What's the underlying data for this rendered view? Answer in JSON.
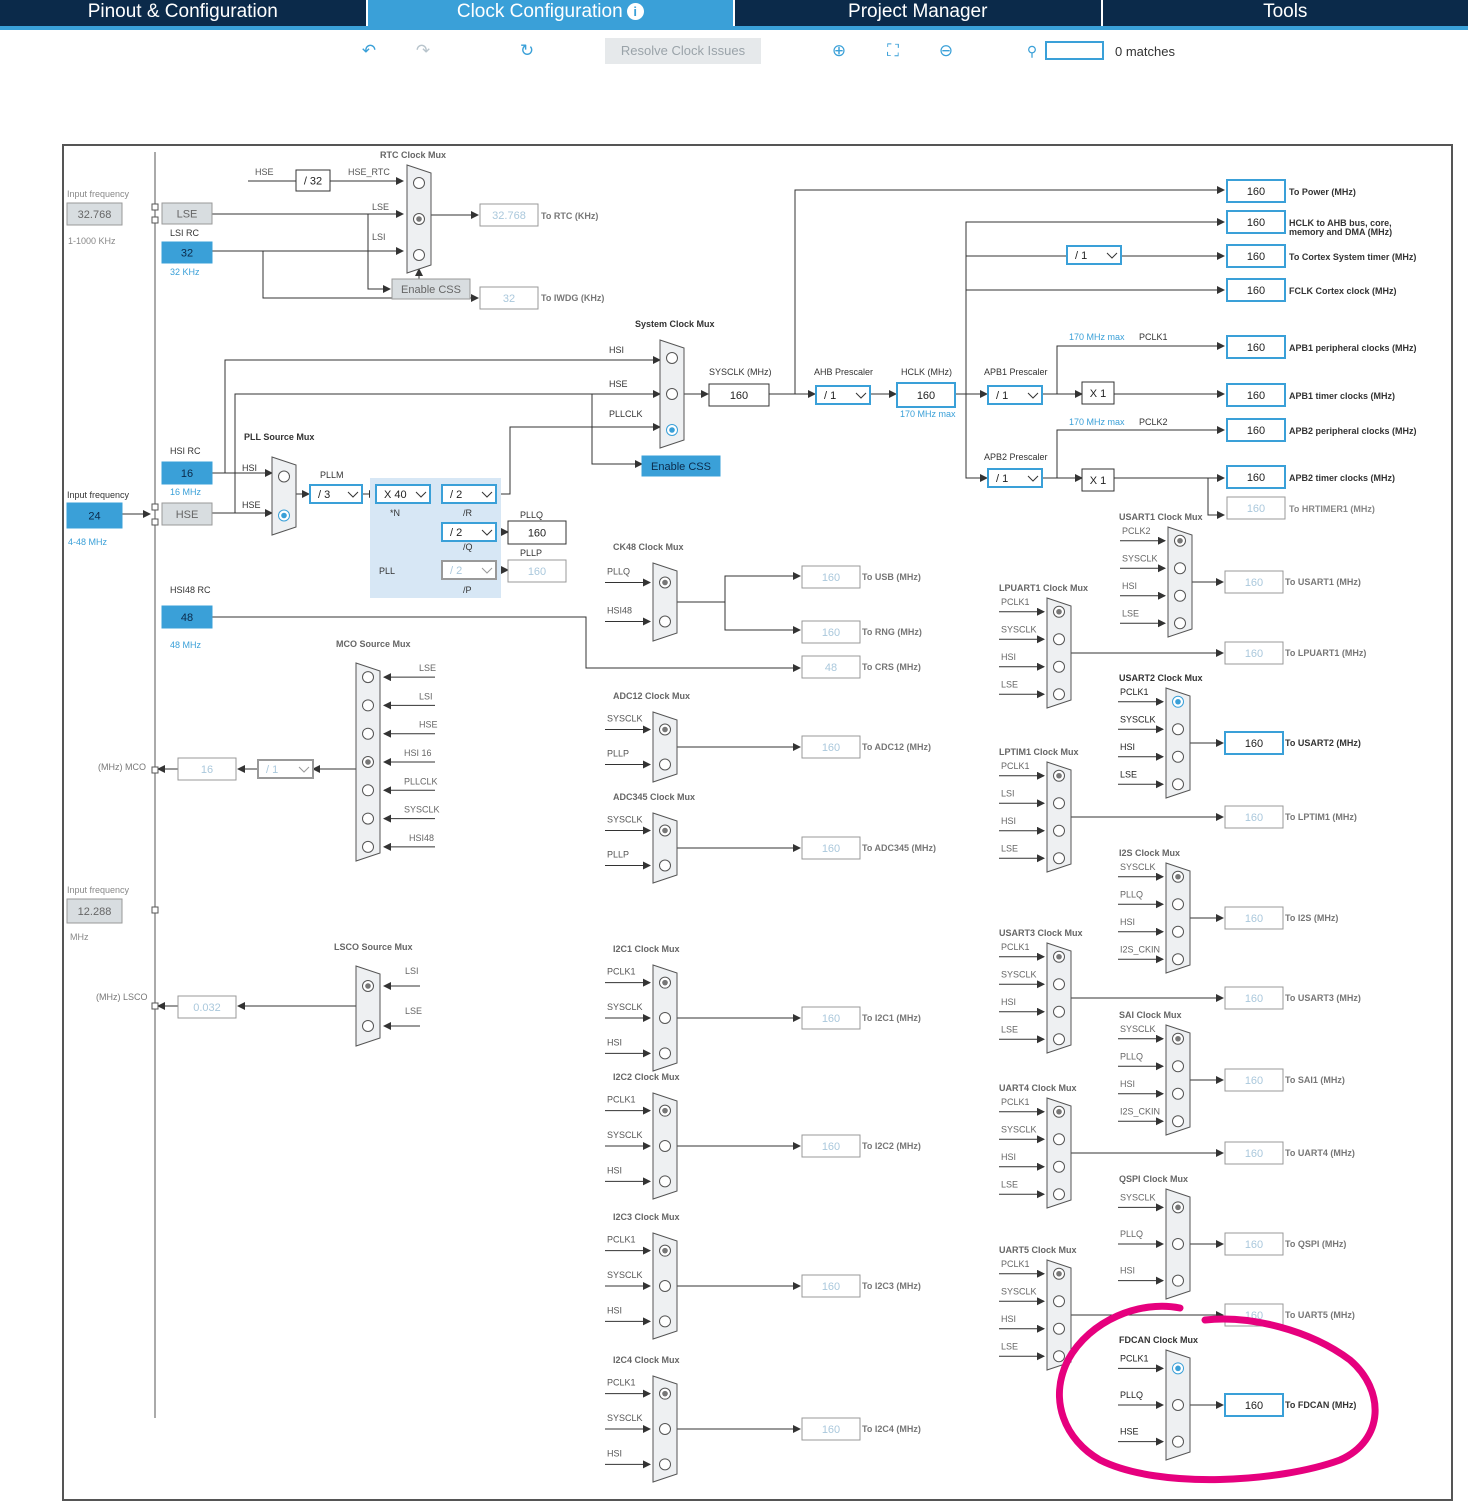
{
  "tabs": [
    {
      "label": "Pinout & Configuration",
      "active": false
    },
    {
      "label": "Clock Configuration",
      "active": true
    },
    {
      "label": "Project Manager",
      "active": false
    },
    {
      "label": "Tools",
      "active": false
    }
  ],
  "toolbar": {
    "undo_icon": "undo-icon",
    "redo_icon": "redo-icon",
    "reset_icon": "reset-icon",
    "resolve_label": "Resolve Clock Issues",
    "zoom_in_icon": "zoom-in-icon",
    "fit_icon": "fit-icon",
    "zoom_out_icon": "zoom-out-icon",
    "search_icon": "search-icon",
    "search_value": "",
    "matches_label": "0 matches"
  },
  "colors": {
    "accent": "#3aa0d8",
    "tab_bg": "#0b2a4a",
    "annotation": "#e6007e",
    "disabled": "#aac8dc"
  },
  "inputs": {
    "lse": {
      "title": "Input frequency",
      "value": "32.768",
      "range": "1-1000 KHz",
      "label": "LSE"
    },
    "lsi": {
      "title": "LSI RC",
      "value": "32",
      "unit": "32 KHz"
    },
    "hsi": {
      "title": "HSI RC",
      "value": "16",
      "unit": "16 MHz"
    },
    "hse": {
      "title": "Input frequency",
      "value": "24",
      "range": "4-48 MHz",
      "label": "HSE"
    },
    "hsi48": {
      "title": "HSI48 RC",
      "value": "48",
      "unit": "48 MHz"
    },
    "i2s": {
      "title": "Input frequency",
      "value": "12.288",
      "unit": "MHz"
    }
  },
  "rtc": {
    "title": "RTC Clock Mux",
    "div": "/ 32",
    "hse": "HSE",
    "hse_rtc": "HSE_RTC",
    "lse": "LSE",
    "lsi": "LSI",
    "enable_css": "Enable CSS",
    "rtc_out": "32.768",
    "rtc_label": "To RTC (KHz)",
    "iwdg_out": "32",
    "iwdg_label": "To IWDG (KHz)"
  },
  "pll": {
    "source_title": "PLL Source Mux",
    "hsi": "HSI",
    "hse": "HSE",
    "pllm_label": "PLLM",
    "pllm": "/ 3",
    "n": "X 40",
    "n_label": "*N",
    "r": "/ 2",
    "r_label": "/R",
    "q": "/ 2",
    "q_label": "/Q",
    "p": "/ 2",
    "p_label": "/P",
    "pll_label": "PLL",
    "pllq_label": "PLLQ",
    "pllq_value": "160",
    "pllp_label": "PLLP",
    "pllp_value": "160"
  },
  "sysmux": {
    "title": "System Clock Mux",
    "hsi": "HSI",
    "hse": "HSE",
    "pllclk": "PLLCLK",
    "enable_css": "Enable CSS",
    "sysclk_label": "SYSCLK (MHz)",
    "sysclk": "160"
  },
  "ahb": {
    "label": "AHB Prescaler",
    "value": "/ 1",
    "hclk_label": "HCLK (MHz)",
    "hclk": "160",
    "hclk_max": "170 MHz max"
  },
  "apb1": {
    "label": "APB1 Prescaler",
    "value": "/ 1",
    "max": "170 MHz max",
    "pclk": "PCLK1",
    "x": "X 1"
  },
  "apb2": {
    "label": "APB2 Prescaler",
    "value": "/ 1",
    "max": "170 MHz max",
    "pclk": "PCLK2",
    "x": "X 1"
  },
  "cortex_div": "/ 1",
  "outputs": [
    {
      "value": "160",
      "label": "To Power (MHz)"
    },
    {
      "value": "160",
      "label": "HCLK to AHB bus, core,",
      "label2": "memory and DMA (MHz)"
    },
    {
      "value": "160",
      "label": "To Cortex System timer (MHz)"
    },
    {
      "value": "160",
      "label": "FCLK Cortex clock (MHz)"
    },
    {
      "value": "160",
      "label": "APB1 peripheral clocks (MHz)"
    },
    {
      "value": "160",
      "label": "APB1 timer clocks (MHz)"
    },
    {
      "value": "160",
      "label": "APB2 peripheral clocks (MHz)"
    },
    {
      "value": "160",
      "label": "APB2 timer clocks (MHz)"
    },
    {
      "value": "160",
      "label": "To HRTIMER1 (MHz)"
    }
  ],
  "mco": {
    "title": "MCO Source Mux",
    "inputs": [
      "LSE",
      "LSI",
      "HSE",
      "HSI 16",
      "PLLCLK",
      "SYSCLK",
      "HSI48"
    ],
    "div": "/ 1",
    "out": "16",
    "label": "(MHz) MCO"
  },
  "lsco": {
    "title": "LSCO Source Mux",
    "inputs": [
      "LSI",
      "LSE"
    ],
    "out": "0.032",
    "label": "(MHz) LSCO"
  },
  "ck48": {
    "title": "CK48 Clock Mux",
    "inputs": [
      "PLLQ",
      "HSI48"
    ],
    "usb": "160",
    "usb_label": "To USB (MHz)",
    "rng": "160",
    "rng_label": "To RNG (MHz)",
    "crs": "48",
    "crs_label": "To CRS (MHz)"
  },
  "midmux": [
    {
      "title": "ADC12 Clock Mux",
      "inputs": [
        "SYSCLK",
        "PLLP"
      ],
      "value": "160",
      "label": "To ADC12 (MHz)"
    },
    {
      "title": "ADC345 Clock Mux",
      "inputs": [
        "SYSCLK",
        "PLLP"
      ],
      "value": "160",
      "label": "To ADC345 (MHz)"
    },
    {
      "title": "I2C1 Clock Mux",
      "inputs": [
        "PCLK1",
        "SYSCLK",
        "HSI"
      ],
      "value": "160",
      "label": "To I2C1 (MHz)"
    },
    {
      "title": "I2C2 Clock Mux",
      "inputs": [
        "PCLK1",
        "SYSCLK",
        "HSI"
      ],
      "value": "160",
      "label": "To I2C2 (MHz)"
    },
    {
      "title": "I2C3 Clock Mux",
      "inputs": [
        "PCLK1",
        "SYSCLK",
        "HSI"
      ],
      "value": "160",
      "label": "To I2C3 (MHz)"
    },
    {
      "title": "I2C4 Clock Mux",
      "inputs": [
        "PCLK1",
        "SYSCLK",
        "HSI"
      ],
      "value": "160",
      "label": "To I2C4 (MHz)"
    }
  ],
  "rightmux": [
    {
      "title": "USART1 Clock Mux",
      "inputs": [
        "PCLK2",
        "SYSCLK",
        "HSI",
        "LSE"
      ],
      "value": "160",
      "label": "To USART1 (MHz)",
      "enabled": false
    },
    {
      "title": "LPUART1 Clock Mux",
      "inputs": [
        "PCLK1",
        "SYSCLK",
        "HSI",
        "LSE"
      ],
      "value": "160",
      "label": "To LPUART1 (MHz)",
      "enabled": false
    },
    {
      "title": "USART2 Clock Mux",
      "inputs": [
        "PCLK1",
        "SYSCLK",
        "HSI",
        "LSE"
      ],
      "value": "160",
      "label": "To USART2 (MHz)",
      "enabled": true
    },
    {
      "title": "LPTIM1 Clock Mux",
      "inputs": [
        "PCLK1",
        "LSI",
        "HSI",
        "LSE"
      ],
      "value": "160",
      "label": "To LPTIM1 (MHz)",
      "enabled": false
    },
    {
      "title": "I2S Clock Mux",
      "inputs": [
        "SYSCLK",
        "PLLQ",
        "HSI",
        "I2S_CKIN"
      ],
      "value": "160",
      "label": "To I2S (MHz)",
      "enabled": false
    },
    {
      "title": "USART3 Clock Mux",
      "inputs": [
        "PCLK1",
        "SYSCLK",
        "HSI",
        "LSE"
      ],
      "value": "160",
      "label": "To USART3 (MHz)",
      "enabled": false
    },
    {
      "title": "SAI Clock Mux",
      "inputs": [
        "SYSCLK",
        "PLLQ",
        "HSI",
        "I2S_CKIN"
      ],
      "value": "160",
      "label": "To SAI1 (MHz)",
      "enabled": false
    },
    {
      "title": "UART4 Clock Mux",
      "inputs": [
        "PCLK1",
        "SYSCLK",
        "HSI",
        "LSE"
      ],
      "value": "160",
      "label": "To UART4 (MHz)",
      "enabled": false
    },
    {
      "title": "QSPI Clock Mux",
      "inputs": [
        "SYSCLK",
        "PLLQ",
        "HSI"
      ],
      "value": "160",
      "label": "To QSPI (MHz)",
      "enabled": false
    },
    {
      "title": "UART5 Clock Mux",
      "inputs": [
        "PCLK1",
        "SYSCLK",
        "HSI",
        "LSE"
      ],
      "value": "160",
      "label": "To UART5 (MHz)",
      "enabled": false
    },
    {
      "title": "FDCAN Clock Mux",
      "inputs": [
        "PCLK1",
        "PLLQ",
        "HSE"
      ],
      "value": "160",
      "label": "To FDCAN (MHz)",
      "enabled": true
    }
  ]
}
